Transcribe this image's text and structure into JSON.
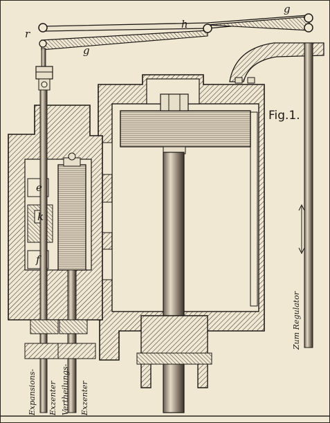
{
  "figure": {
    "title": "Fig.1.",
    "part_labels": {
      "g_top": "g",
      "h": "h",
      "r": "r",
      "g_lower": "g",
      "e": "e",
      "k": "k",
      "f": "f"
    },
    "side_note": "Zum Regulator",
    "bottom_labels": [
      "Expansions-",
      "Exzenter",
      "Vertheilungs-",
      "Exzenter"
    ]
  },
  "colors": {
    "paper": "#f1e8d4",
    "ink": "#1c1814",
    "hatch": "#3a322a"
  }
}
